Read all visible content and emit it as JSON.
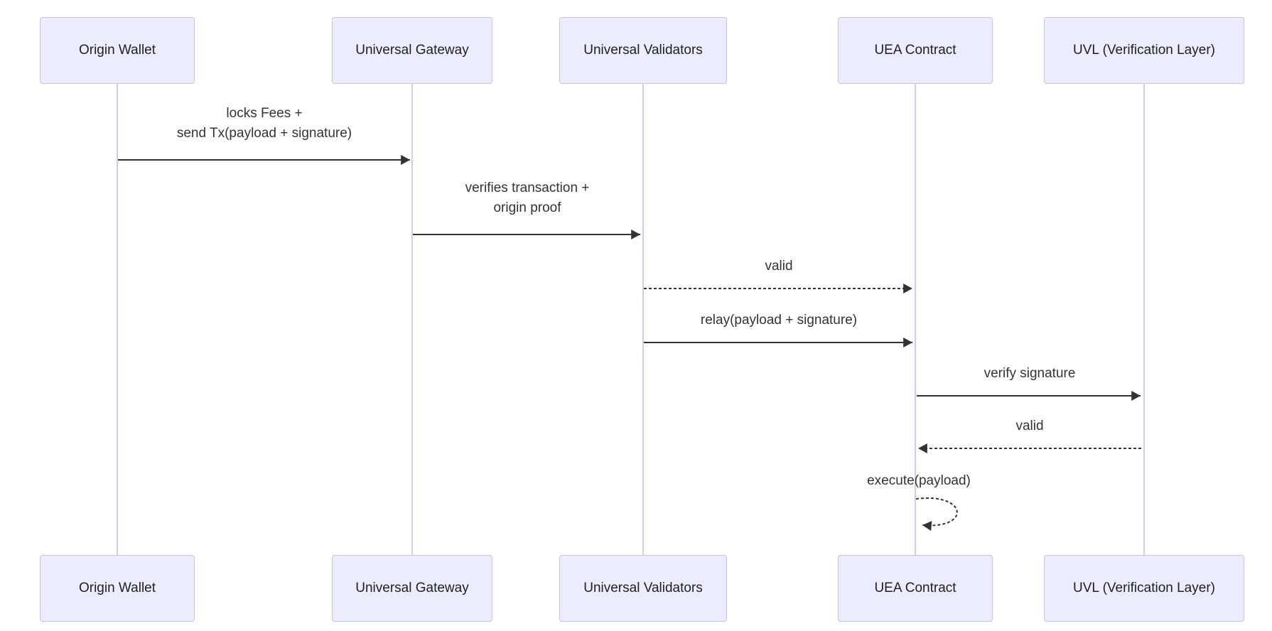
{
  "colors": {
    "background": "#ffffff",
    "actor_fill": "#ececff",
    "actor_border": "#c8c2ea",
    "actor_text": "#1f1f1f",
    "lifeline": "#d4ccec",
    "message_line": "#333333",
    "text": "#333333"
  },
  "diagram": {
    "type": "sequence",
    "actors": [
      {
        "id": "origin-wallet",
        "label": "Origin Wallet"
      },
      {
        "id": "universal-gateway",
        "label": "Universal Gateway"
      },
      {
        "id": "universal-validators",
        "label": "Universal Validators"
      },
      {
        "id": "uea-contract",
        "label": "UEA Contract"
      },
      {
        "id": "uvl",
        "label": "UVL (Verification Layer)"
      }
    ],
    "messages": [
      {
        "from": "origin-wallet",
        "to": "universal-gateway",
        "line": "solid",
        "label": "locks Fees +\nsend Tx(payload + signature)"
      },
      {
        "from": "universal-gateway",
        "to": "universal-validators",
        "line": "solid",
        "label": "verifies transaction +\norigin proof"
      },
      {
        "from": "universal-validators",
        "to": "uea-contract",
        "line": "dashed",
        "label": "valid"
      },
      {
        "from": "universal-validators",
        "to": "uea-contract",
        "line": "solid",
        "label": "relay(payload + signature)"
      },
      {
        "from": "uea-contract",
        "to": "uvl",
        "line": "solid",
        "label": "verify signature"
      },
      {
        "from": "uvl",
        "to": "uea-contract",
        "line": "dashed",
        "label": "valid"
      },
      {
        "from": "uea-contract",
        "to": "uea-contract",
        "line": "dashed",
        "self": true,
        "label": "execute(payload)"
      }
    ]
  }
}
